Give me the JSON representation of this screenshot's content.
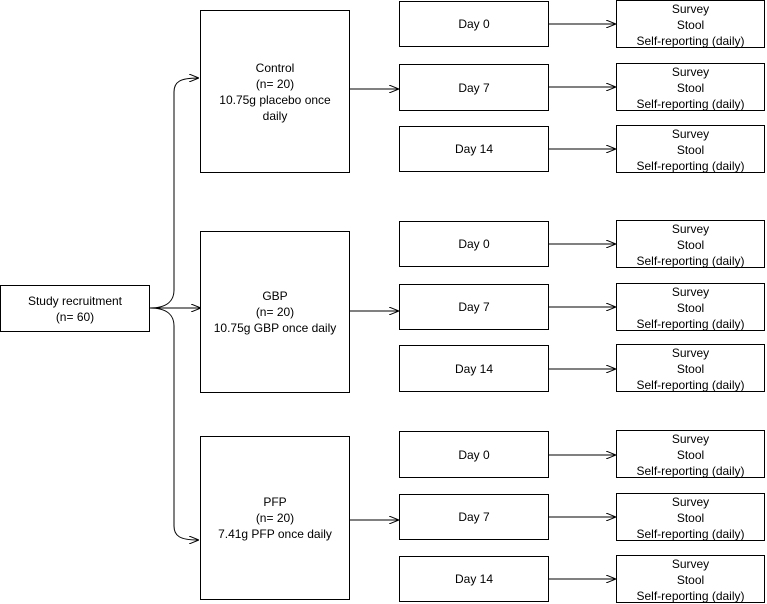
{
  "recruitment": {
    "line1": "Study recruitment",
    "line2": "(n= 60)"
  },
  "groups": [
    {
      "name": "Control",
      "n": "(n= 20)",
      "line3": "10.75g placebo once",
      "line4": "daily"
    },
    {
      "name": "GBP",
      "n": "(n= 20)",
      "line3": "10.75g GBP once daily"
    },
    {
      "name": "PFP",
      "n": "(n= 20)",
      "line3": "7.41g PFP once daily"
    }
  ],
  "days": [
    "Day 0",
    "Day 7",
    "Day 14"
  ],
  "outcomes": {
    "line1": "Survey",
    "line2": "Stool",
    "line3": "Self-reporting (daily)"
  },
  "colors": {
    "stroke": "#000000",
    "background": "#ffffff"
  }
}
